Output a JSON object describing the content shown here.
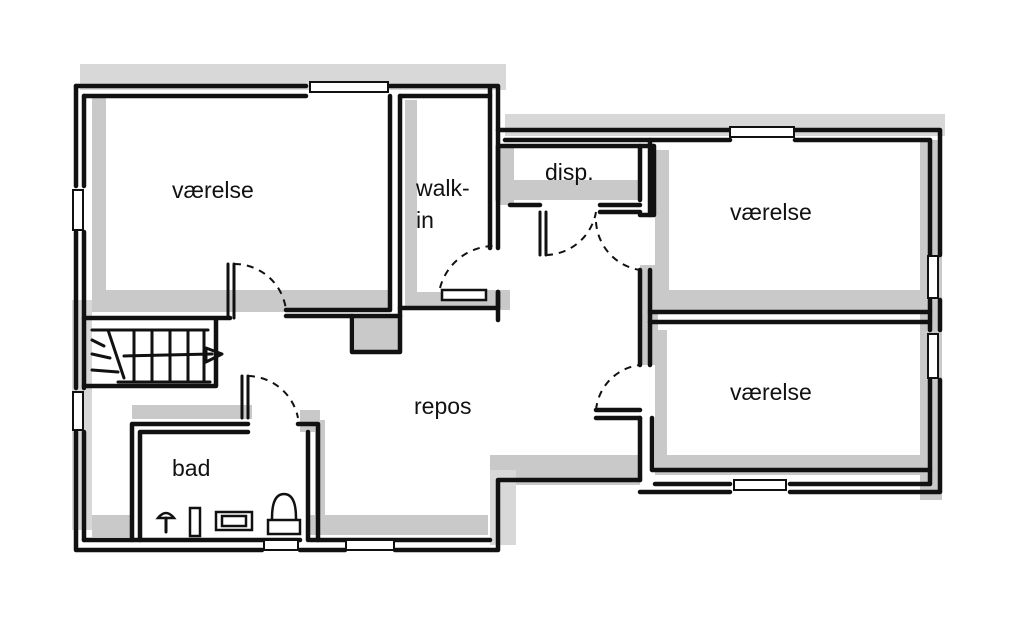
{
  "rooms": {
    "bedroom_top_left": "værelse",
    "walk_in": [
      "walk-",
      "in"
    ],
    "pantry": "disp.",
    "bedroom_top_right": "værelse",
    "bedroom_bottom_right": "værelse",
    "landing": "repos",
    "bathroom": "bad"
  },
  "colors": {
    "wall": "#111111",
    "shadow": "#c9c9c9",
    "background": "#ffffff"
  }
}
